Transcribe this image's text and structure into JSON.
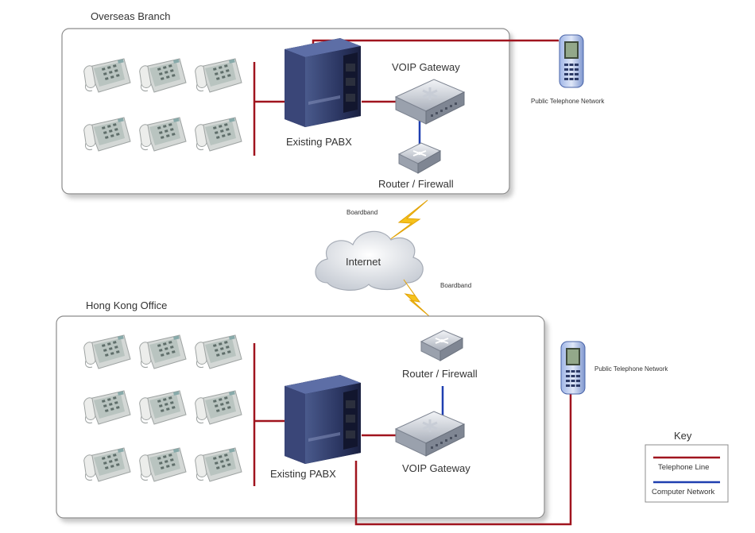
{
  "colors": {
    "telephone_line": "#a0141e",
    "computer_network": "#1f3fb0",
    "panel_border": "#8c8c8c",
    "lightning": "#f6c21b"
  },
  "overseas": {
    "title": "Overseas Branch",
    "pabx_label": "Existing PABX",
    "gateway_label": "VOIP Gateway",
    "router_label": "Router / Firewall",
    "phone_count": 6
  },
  "hongkong": {
    "title": "Hong Kong Office",
    "pabx_label": "Existing PABX",
    "gateway_label": "VOIP Gateway",
    "router_label": "Router / Firewall",
    "phone_count": 9
  },
  "internet_label": "Internet",
  "broadband_top": "Boardband",
  "broadband_bottom": "Boardband",
  "pstn_top": "Public Telephone Network",
  "pstn_bottom": "Public Telephone Network",
  "key": {
    "title": "Key",
    "telephone_line": "Telephone Line",
    "computer_network": "Computer Network"
  }
}
